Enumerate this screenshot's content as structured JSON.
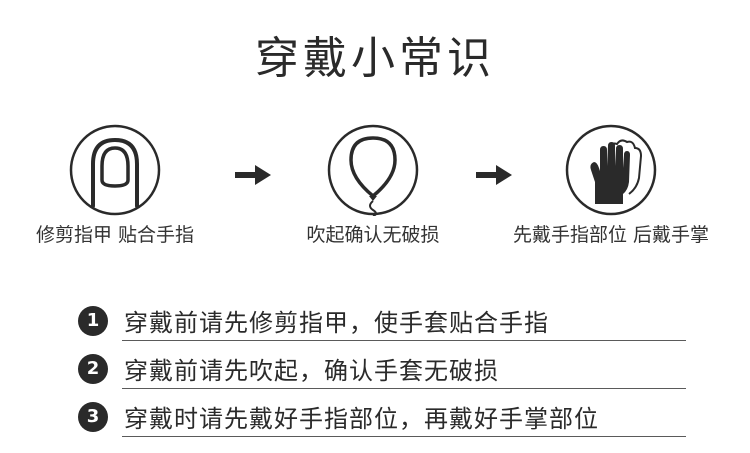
{
  "title": "穿戴小常识",
  "steps": [
    {
      "icon": "trimmed-nail-icon",
      "caption": "修剪指甲 贴合手指"
    },
    {
      "icon": "balloon-icon",
      "caption": "吹起确认无破损"
    },
    {
      "icon": "glove-icon",
      "caption": "先戴手指部位 后戴手掌"
    }
  ],
  "arrow_icon": "arrow-right-icon",
  "instructions": [
    {
      "number": "1",
      "text": "穿戴前请先修剪指甲，使手套贴合手指"
    },
    {
      "number": "2",
      "text": "穿戴前请先吹起，确认手套无破损"
    },
    {
      "number": "3",
      "text": "穿戴时请先戴好手指部位，再戴好手掌部位"
    }
  ],
  "colors": {
    "text": "#2a2a2a",
    "icon_stroke": "#2a2a2a",
    "background": "#ffffff"
  }
}
